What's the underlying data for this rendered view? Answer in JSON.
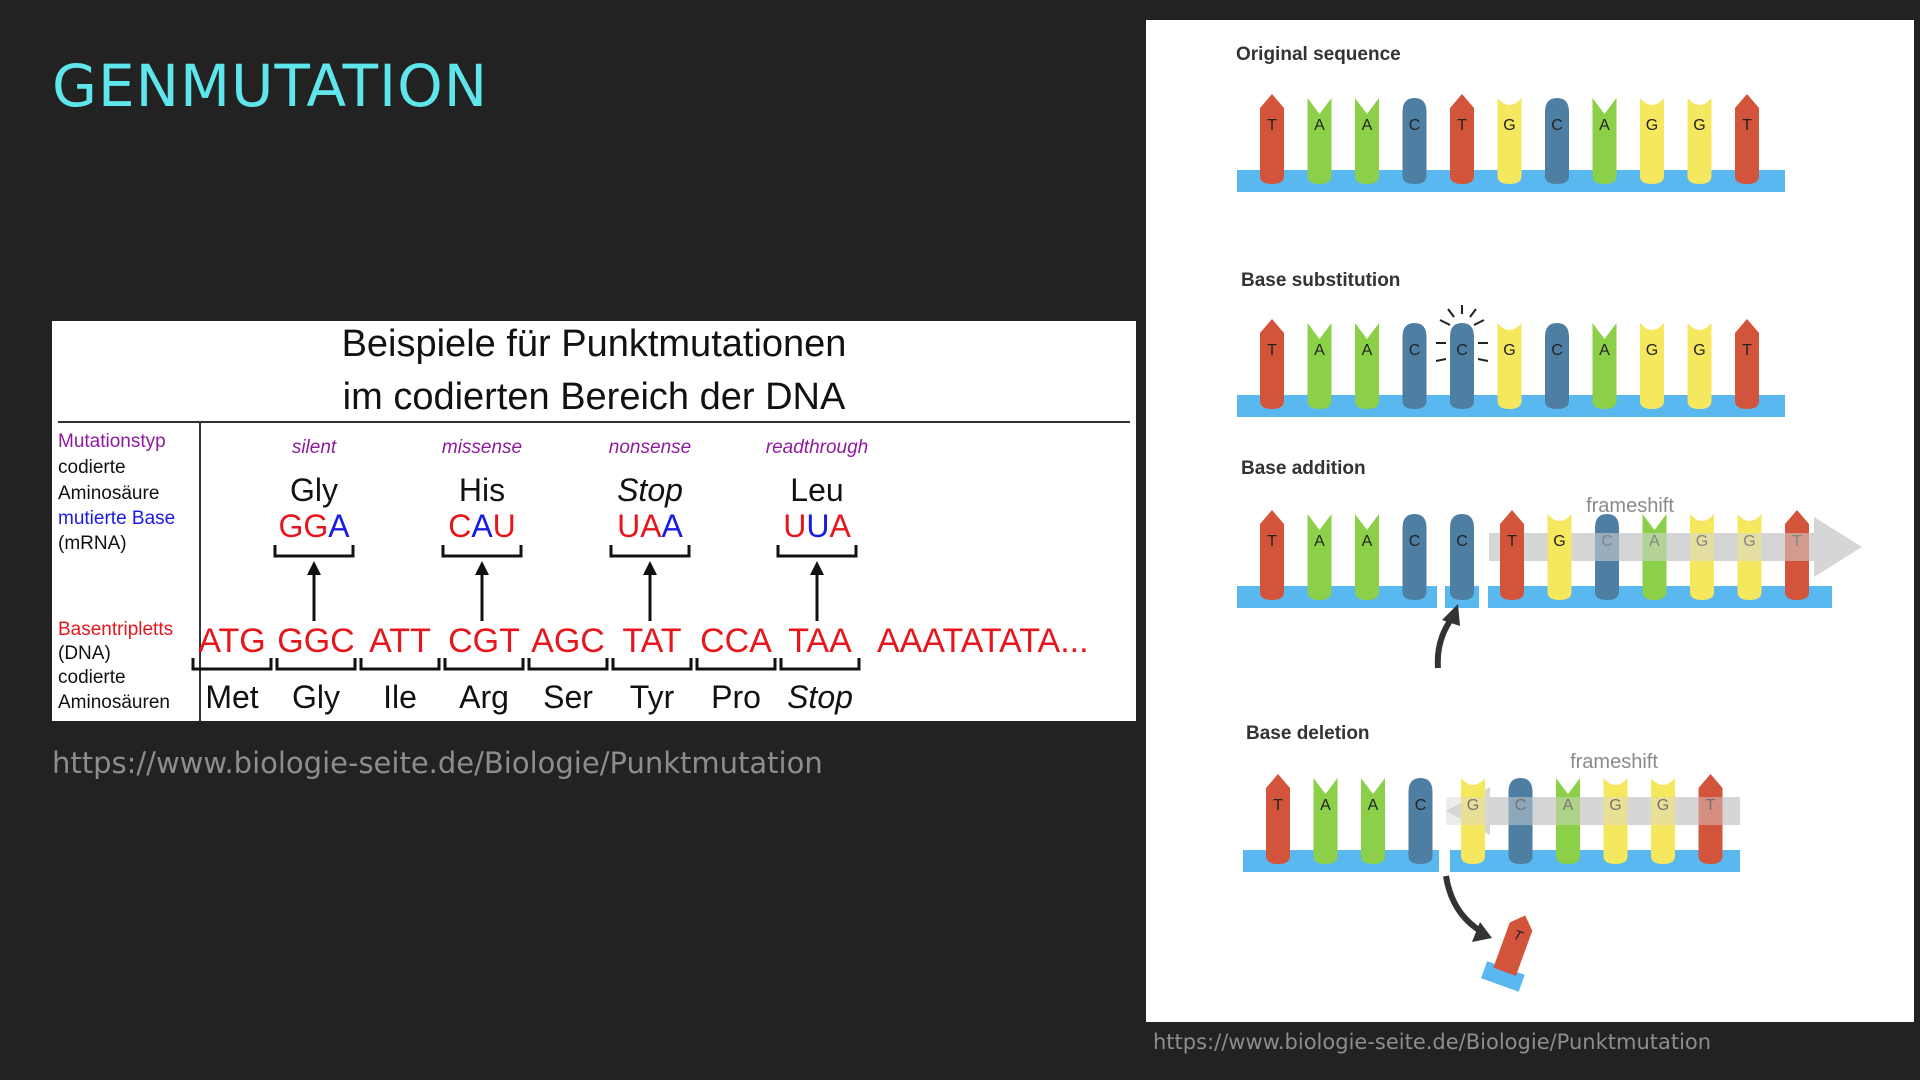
{
  "slide": {
    "title": "GENMUTATION",
    "left_caption": "https://www.biologie-seite.de/Biologie/Punktmutation",
    "right_caption": "https://www.biologie-seite.de/Biologie/Punktmutation",
    "accent_color": "#5ee6ec"
  },
  "point_mutations": {
    "title_line1": "Beispiele für Punktmutationen",
    "title_line2": "im codierten Bereich der DNA",
    "row_labels": {
      "mutationstyp": "Mutationstyp",
      "codierte": "codierte",
      "aminosaeure": "Aminosäure",
      "mutierte_base": "mutierte Base",
      "mrna": "(mRNA)",
      "basentripletts": "Basentripletts",
      "dna": "(DNA)",
      "codierte2": "codierte",
      "aminosaeuren": "Aminosäuren"
    },
    "mutations": [
      {
        "type": "silent",
        "amino": "Gly",
        "codon_prefix": "GG",
        "mutated_base": "A"
      },
      {
        "type": "missense",
        "amino": "His",
        "codon_prefix": "C",
        "mutated_base": "A",
        "codon_suffix": "U"
      },
      {
        "type": "nonsense",
        "amino": "Stop",
        "codon_prefix": "UA",
        "mutated_base": "A"
      },
      {
        "type": "readthrough",
        "amino": "Leu",
        "codon_prefix": "U",
        "mutated_base": "U",
        "codon_suffix": "A"
      }
    ],
    "dna_triplets": [
      "ATG",
      "GGC",
      "ATT",
      "CGT",
      "AGC",
      "TAT",
      "CCA",
      "TAA"
    ],
    "dna_tail": "AAATATATA...",
    "amino_acids": [
      "Met",
      "Gly",
      "Ile",
      "Arg",
      "Ser",
      "Tyr",
      "Pro",
      "Stop"
    ],
    "colors": {
      "mutation_type": "#8e1b9e",
      "mutated_base_label": "#1a1ae6",
      "basentripletts_label": "#e6161c",
      "red": "#e6161c",
      "blue": "#1a1ae6"
    }
  },
  "mutation_types": {
    "colors": {
      "T": "#d1543b",
      "A": "#8ccf48",
      "C": "#4f7ea3",
      "G": "#f5e85f",
      "strand": "#5ab8f0"
    },
    "original": {
      "label": "Original sequence",
      "bases": [
        "T",
        "A",
        "A",
        "C",
        "T",
        "G",
        "C",
        "A",
        "G",
        "G",
        "T"
      ]
    },
    "substitution": {
      "label": "Base substitution",
      "bases": [
        "T",
        "A",
        "A",
        "C",
        "C",
        "G",
        "C",
        "A",
        "G",
        "G",
        "T"
      ]
    },
    "addition": {
      "label": "Base addition",
      "frameshift": "frameshift",
      "bases": [
        "T",
        "A",
        "A",
        "C",
        "C",
        "T",
        "G",
        "C",
        "A",
        "G",
        "G",
        "T"
      ]
    },
    "deletion": {
      "label": "Base deletion",
      "frameshift": "frameshift",
      "bases": [
        "T",
        "A",
        "A",
        "C",
        "G",
        "C",
        "A",
        "G",
        "G",
        "T"
      ],
      "removed": "T"
    }
  }
}
